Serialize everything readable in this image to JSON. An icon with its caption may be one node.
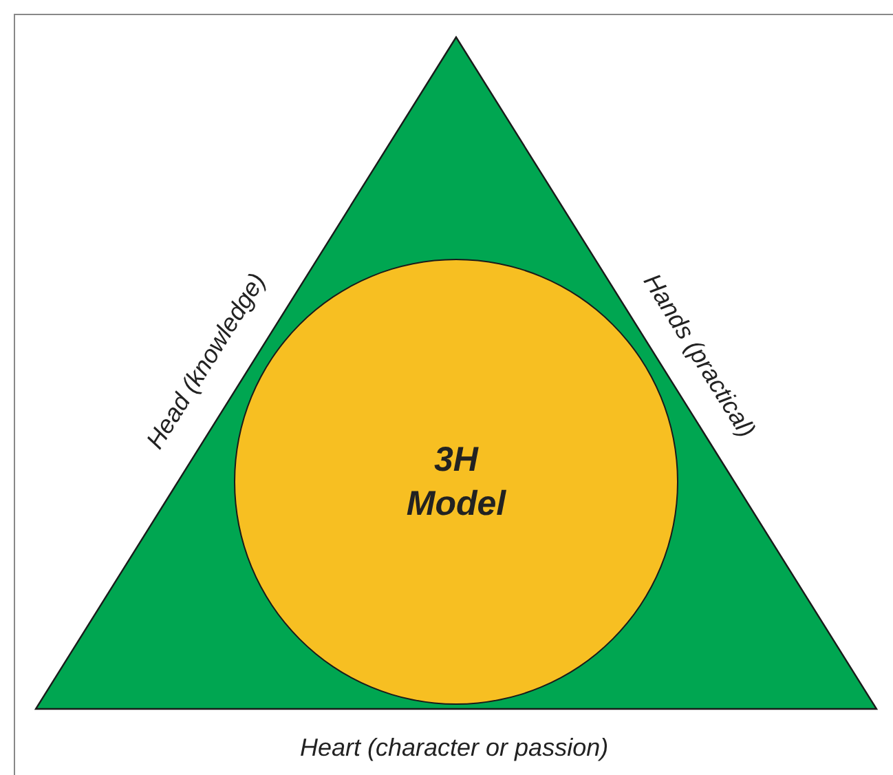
{
  "diagram": {
    "nodes": [
      {
        "text": [],
        "shape": "triangle"
      },
      {
        "text": [
          "3H Model"
        ],
        "in": 0
      }
    ],
    "labels": [
      "Head (knowledge)",
      "Hands (practical)",
      "Heart (character or passion)"
    ]
  }
}
